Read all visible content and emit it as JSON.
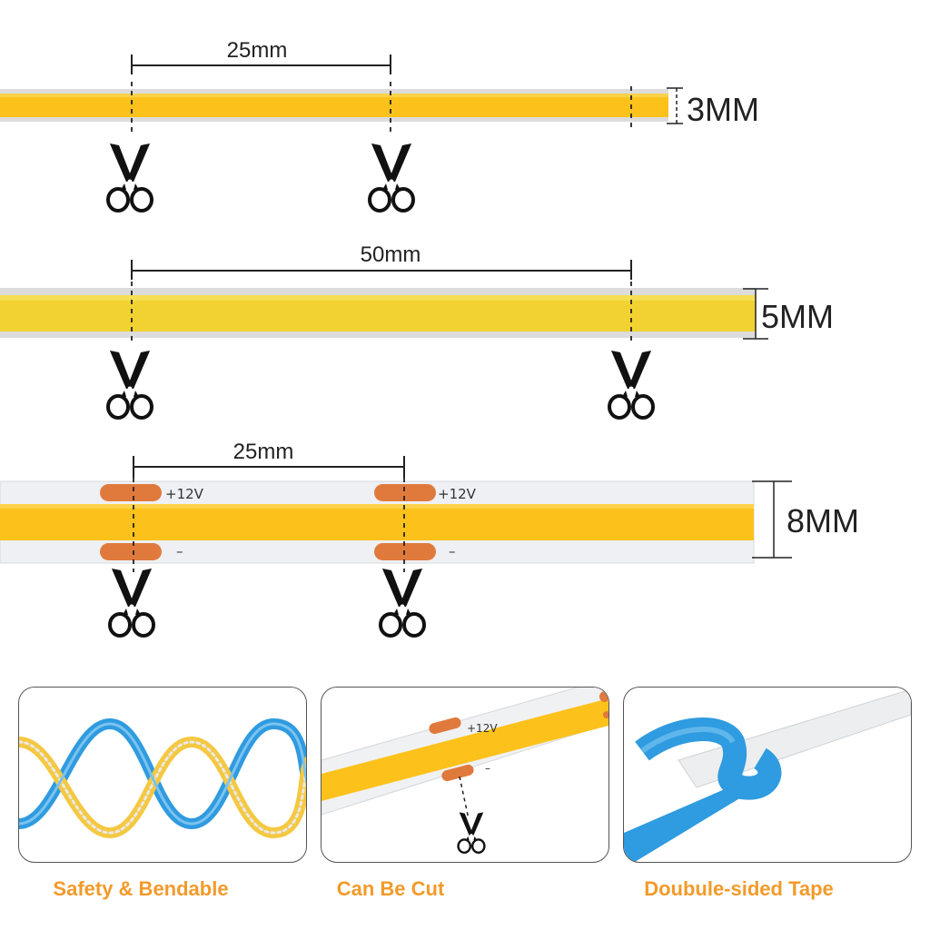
{
  "strips": [
    {
      "width_label": "3MM",
      "spacing_label": "25mm"
    },
    {
      "width_label": "5MM",
      "spacing_label": "50mm"
    },
    {
      "width_label": "8MM",
      "spacing_label": "25mm",
      "pad_plus": "+12V",
      "pad_minus": "–"
    }
  ],
  "panels": [
    {
      "caption": "Safety & Bendable"
    },
    {
      "caption": "Can Be Cut",
      "pad_plus": "+12V",
      "pad_minus": "–"
    },
    {
      "caption": "Doubule-sided Tape"
    }
  ],
  "colors": {
    "led_yellow": "#fcc21b",
    "led_yellow_light": "#f5d33a",
    "strip_edge": "#d9d9d9",
    "copper_pad": "#e07a3c",
    "tape_blue": "#2f9be0",
    "caption_orange": "#f39a2a"
  },
  "icons": [
    "scissors-icon"
  ]
}
